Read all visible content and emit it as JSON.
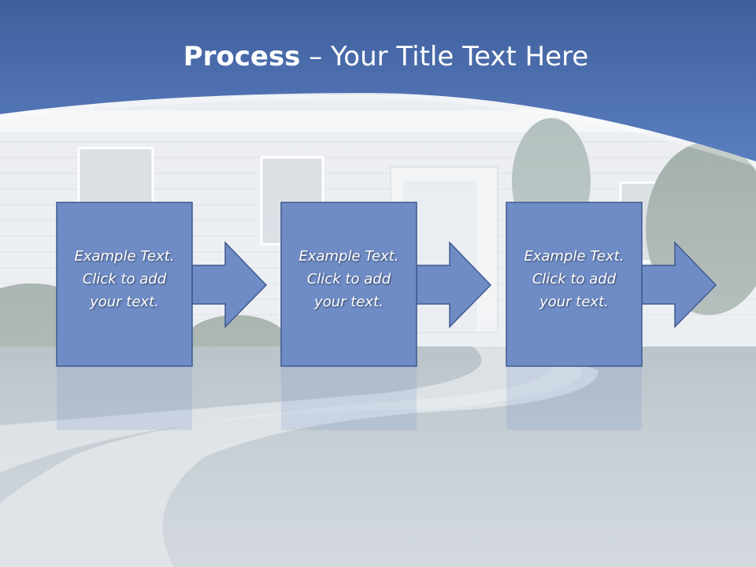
{
  "title": {
    "bold": "Process",
    "rest": " – Your Title Text Here"
  },
  "steps": [
    {
      "text": "Example Text.\nClick  to add\nyour text."
    },
    {
      "text": "Example Text.\nClick  to add\nyour text."
    },
    {
      "text": "Example Text.\nClick  to add\nyour text."
    }
  ],
  "colors": {
    "header_blue": "#5b7dbd",
    "box_fill": "#6f8cc6",
    "box_border": "#3f5a8f"
  },
  "icons": [
    "arrow-right-icon"
  ]
}
